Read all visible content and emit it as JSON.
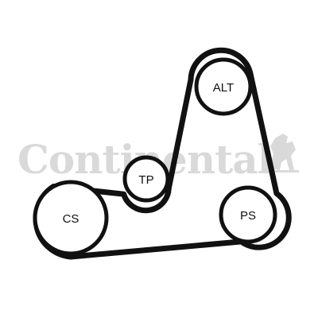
{
  "watermark": {
    "brand": "Continental",
    "color": "#d9d9d9"
  },
  "belt": {
    "color": "#111111"
  },
  "pulleys": [
    {
      "id": "alt",
      "label": "ALT"
    },
    {
      "id": "tp",
      "label": "TP"
    },
    {
      "id": "cs",
      "label": "CS"
    },
    {
      "id": "ps",
      "label": "PS"
    }
  ]
}
